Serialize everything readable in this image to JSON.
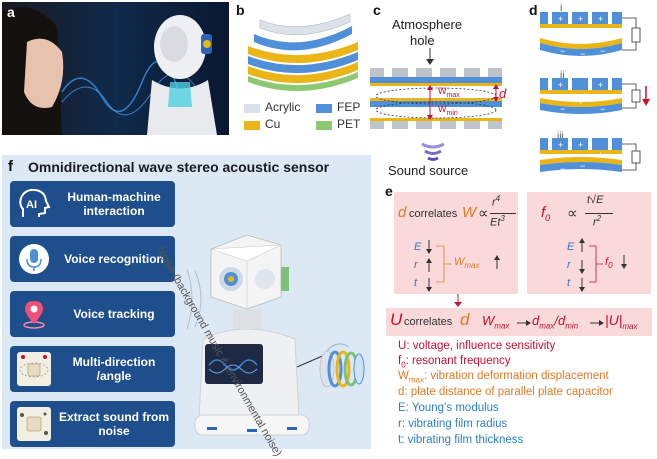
{
  "labels": {
    "a": "a",
    "b": "b",
    "c": "c",
    "d": "d",
    "e": "e",
    "f": "f"
  },
  "panel_b": {
    "legend": [
      {
        "name": "Acrylic",
        "color": "#dde1ea"
      },
      {
        "name": "FEP",
        "color": "#4f90d9"
      },
      {
        "name": "Cu",
        "color": "#e9b517"
      },
      {
        "name": "PET",
        "color": "#8fc873"
      }
    ]
  },
  "panel_c": {
    "top_label": "Atmosphere",
    "top_label2": "hole",
    "d_label": "d",
    "wmax_label": "W",
    "wmax_sub": "max",
    "wmin_sub": "min",
    "bottom_label": "Sound source"
  },
  "panel_d": {
    "rows": [
      "i",
      "ii",
      "iii"
    ]
  },
  "panel_f": {
    "title": "Omnidirectional wave stereo acoustic sensor",
    "noise_label": "Noise (background music & environmental noise)",
    "buttons": [
      {
        "label": "Human-machine interaction",
        "icon": "ai-head-icon"
      },
      {
        "label": "Voice recognition",
        "icon": "microphone-icon"
      },
      {
        "label": "Voice tracking",
        "icon": "location-pin-icon"
      },
      {
        "label": "Multi-direction /angle",
        "icon": "multi-direction-icon"
      },
      {
        "label": "Extract sound from noise",
        "icon": "sound-extract-icon"
      }
    ],
    "ai_text": "AI"
  },
  "panel_e": {
    "box1": {
      "d": "d",
      "correlates": "correlates",
      "W": "W",
      "prop": "∝",
      "num": "r",
      "num_exp": "4",
      "den": "Et",
      "den_exp": "3",
      "vars": [
        "E",
        "r",
        "t"
      ],
      "wmax": "W",
      "wmax_sub": "max"
    },
    "box2": {
      "f": "f",
      "f_sub": "0",
      "prop": "∝",
      "num": "t√E",
      "den": "r",
      "den_exp": "2",
      "vars": [
        "E",
        "r",
        "t"
      ],
      "f0": "f",
      "f0_sub": "0"
    },
    "chain": {
      "U": "U",
      "correlates": "correlates",
      "d": "d",
      "W": "W",
      "max": "max",
      "d2": "d",
      "max2": "max",
      "slash": "/",
      "d3": "d",
      "min": "min",
      "absU": "|U|",
      "max3": "max"
    },
    "legend": [
      {
        "key": "U",
        "sub": "",
        "text": ": voltage, influence sensitivity",
        "color": "#c8102e"
      },
      {
        "key": "f",
        "sub": "0",
        "text": ": resonant frequency",
        "color": "#c8102e"
      },
      {
        "key": "W",
        "sub": "max",
        "text": ": vibration deformation displacement",
        "color": "#e07b28"
      },
      {
        "key": "d",
        "sub": "",
        "text": ": plate distance of parallel plate capacitor",
        "color": "#e07b28"
      },
      {
        "key": "E",
        "sub": "",
        "text": ": Young’s modulus",
        "color": "#2d7dc4"
      },
      {
        "key": "r",
        "sub": "",
        "text": ": vibrating film radius",
        "color": "#2d7dc4"
      },
      {
        "key": "t",
        "sub": "",
        "text": ": vibrating film thickness",
        "color": "#2d7dc4"
      }
    ]
  },
  "colors": {
    "blue": "#4f90d9",
    "cu": "#e9b517",
    "grey": "#bfc3ca",
    "red": "#c8102e",
    "orange": "#e07b28",
    "navy": "#1f4e8c",
    "pink": "#f9d9d9"
  }
}
